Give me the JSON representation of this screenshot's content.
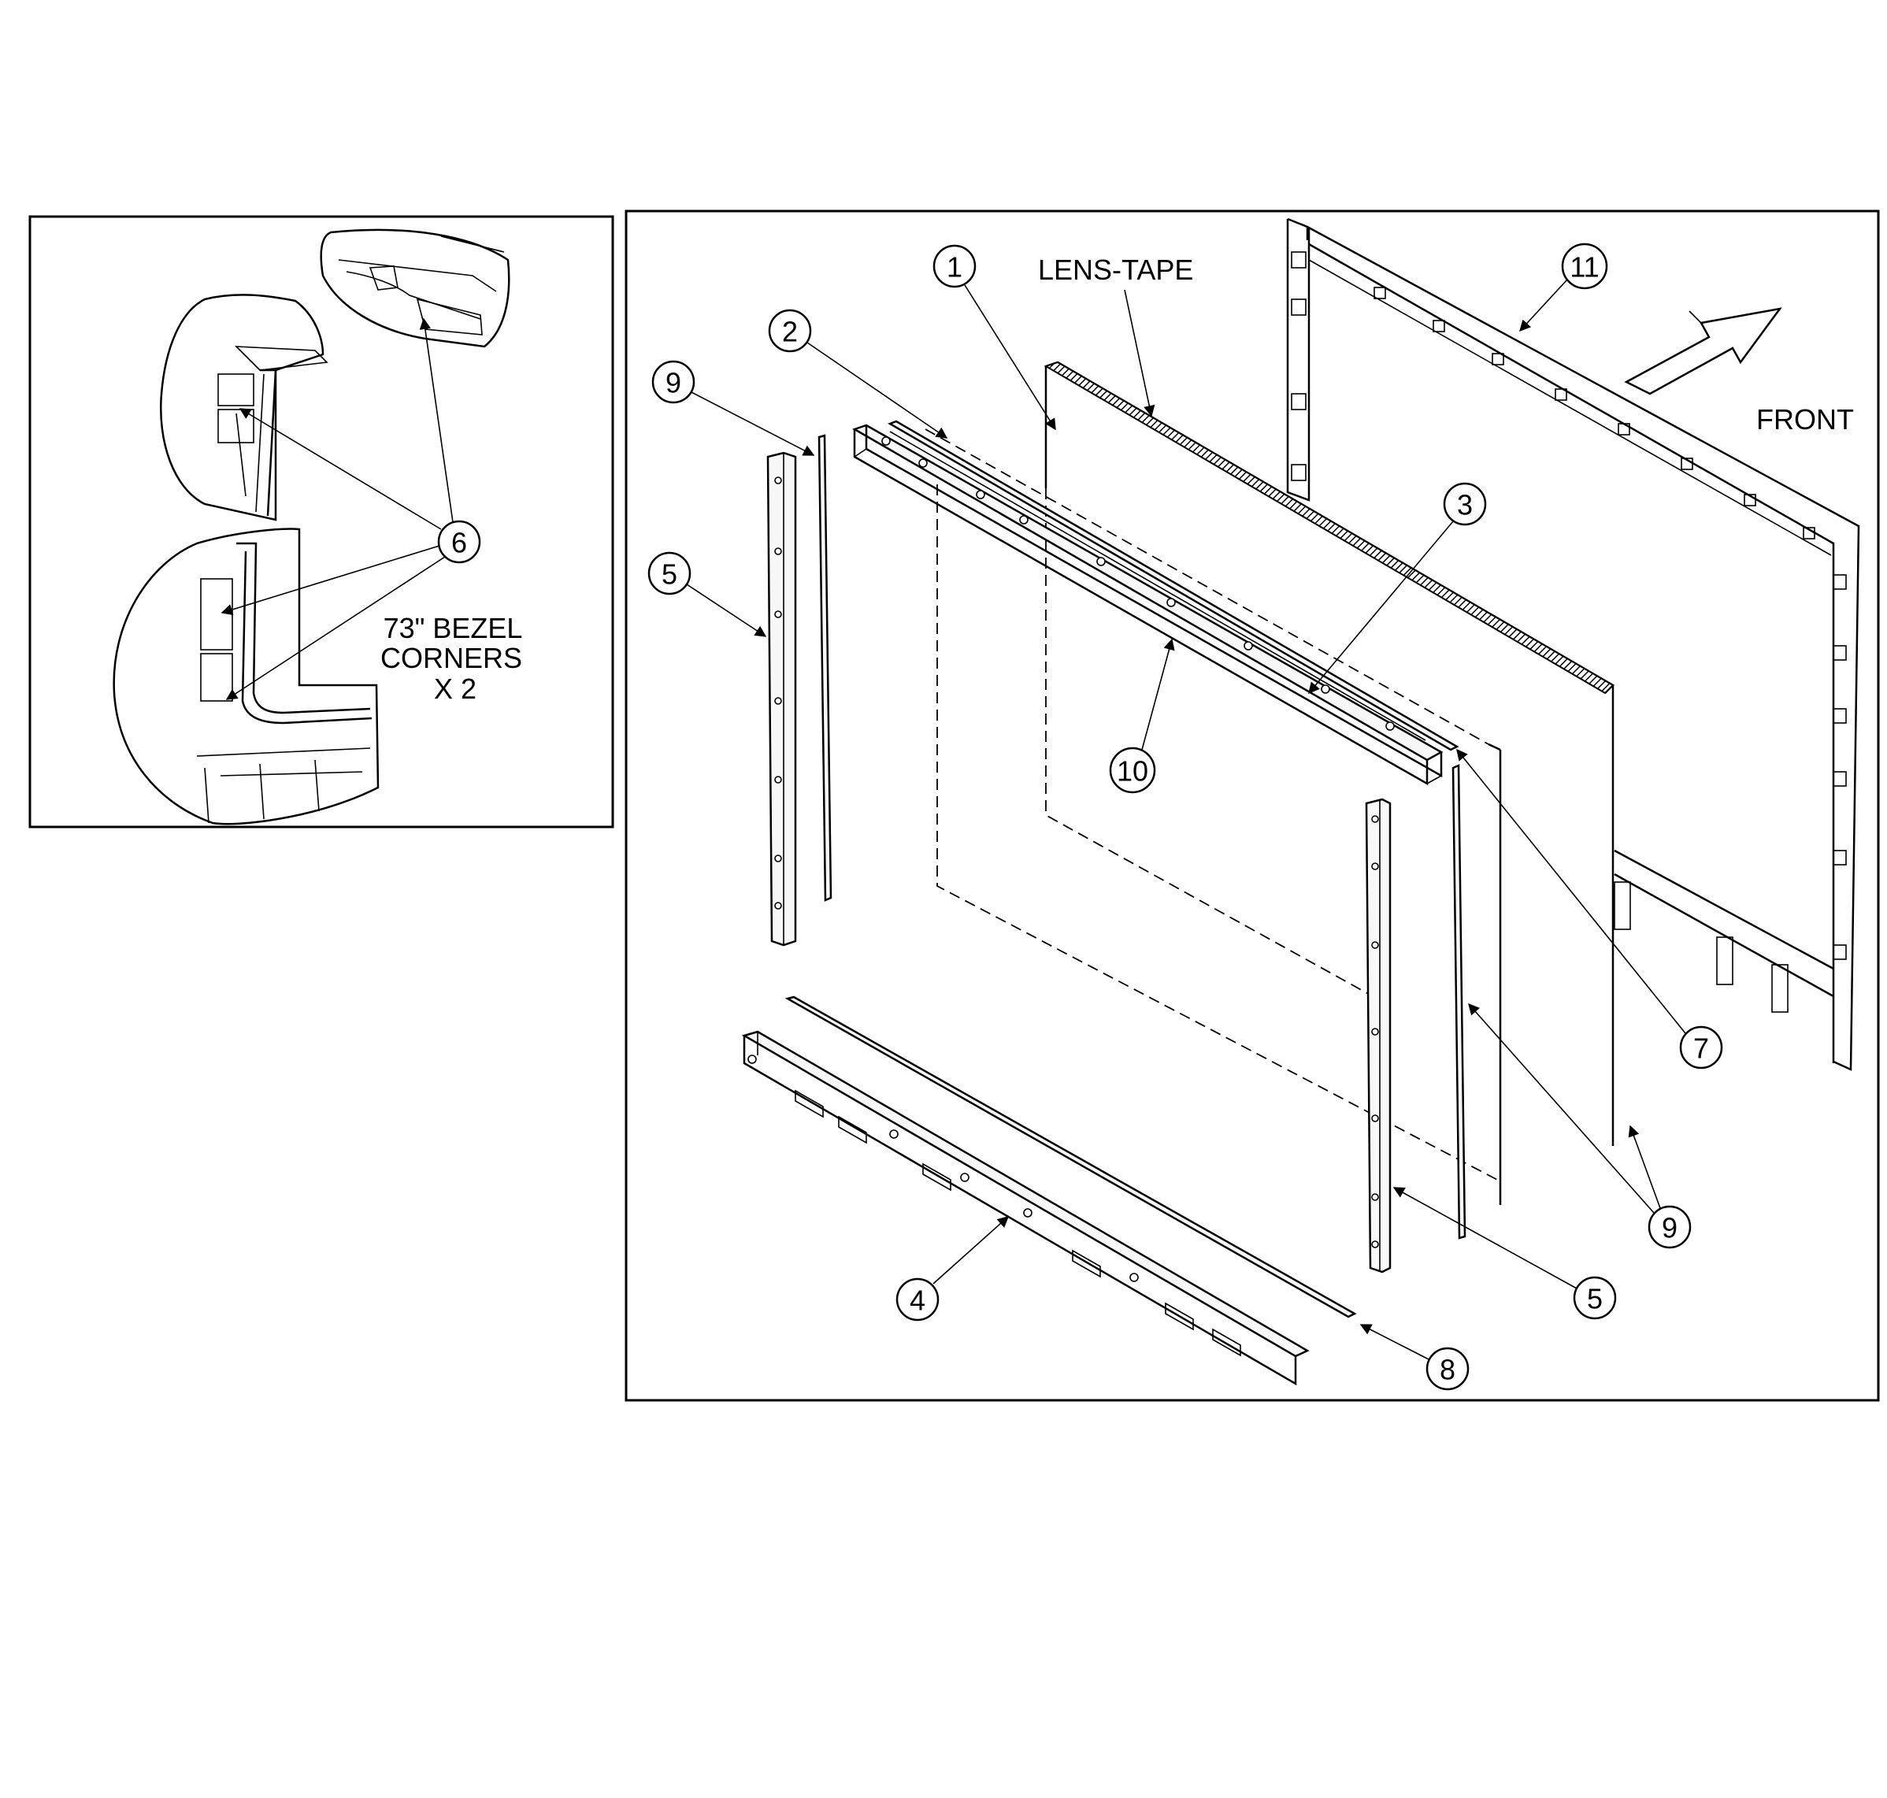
{
  "inset": {
    "caption_lines": [
      "73\" BEZEL",
      "CORNERS",
      "X 2"
    ],
    "callout": "6"
  },
  "main": {
    "lens_tape_label": "LENS-TAPE",
    "front_label": "FRONT",
    "callouts": {
      "c1": "1",
      "c2": "2",
      "c3": "3",
      "c4": "4",
      "c5a": "5",
      "c5b": "5",
      "c7": "7",
      "c8": "8",
      "c9a": "9",
      "c9b": "9",
      "c10": "10",
      "c11": "11"
    }
  }
}
